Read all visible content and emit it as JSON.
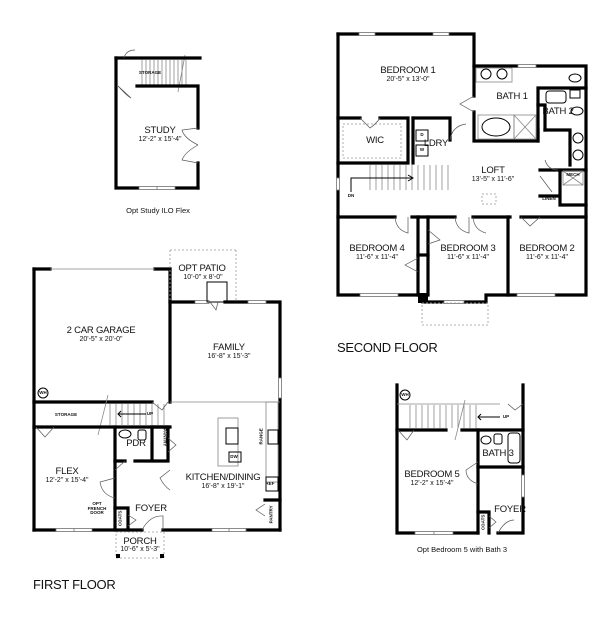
{
  "floors": {
    "first": {
      "title": "FIRST FLOOR",
      "rooms": [
        {
          "name": "2 CAR GARAGE",
          "dims": "20'-5\" x 20'-0\""
        },
        {
          "name": "OPT PATIO",
          "dims": "10'-0\" x 8'-0\""
        },
        {
          "name": "FAMILY",
          "dims": "16'-8\" x 15'-3\""
        },
        {
          "name": "FLEX",
          "dims": "12'-2\" x 15'-4\""
        },
        {
          "name": "KITCHEN/DINING",
          "dims": "16'-8\" x 19'-1\""
        },
        {
          "name": "PDR",
          "dims": ""
        },
        {
          "name": "FOYER",
          "dims": ""
        },
        {
          "name": "PORCH",
          "dims": "10'-6\" x 5'-3\""
        }
      ],
      "small_labels": {
        "wh": "WH",
        "storage": "STORAGE",
        "up": "UP",
        "pantry1": "PANTRY",
        "pantry2": "PANTRY",
        "range": "RANGE",
        "dw": "DW",
        "ref": "REF",
        "coats": "COATS",
        "opt_french_door": "OPT FRENCH DOOR"
      }
    },
    "second": {
      "title": "SECOND FLOOR",
      "rooms": [
        {
          "name": "BEDROOM 1",
          "dims": "20'-5\" x 13'-0\""
        },
        {
          "name": "BATH 1",
          "dims": ""
        },
        {
          "name": "BATH 2",
          "dims": ""
        },
        {
          "name": "WIC",
          "dims": ""
        },
        {
          "name": "LDRY",
          "dims": ""
        },
        {
          "name": "LOFT",
          "dims": "13'-5\" x 11'-6\""
        },
        {
          "name": "BEDROOM 4",
          "dims": "11'-6\" x 11'-4\""
        },
        {
          "name": "BEDROOM 3",
          "dims": "11'-6\" x 11'-4\""
        },
        {
          "name": "BEDROOM 2",
          "dims": "11'-6\" x 11'-4\""
        }
      ],
      "small_labels": {
        "dn": "DN",
        "mech": "MECH",
        "linen": "LINEN",
        "d": "D",
        "w": "W"
      }
    }
  },
  "options": {
    "study": {
      "caption": "Opt Study ILO Flex",
      "room": {
        "name": "STUDY",
        "dims": "12'-2\" x 15'-4\""
      },
      "storage": "STORAGE"
    },
    "bedroom5": {
      "caption": "Opt Bedroom 5 with Bath 3",
      "rooms": [
        {
          "name": "BEDROOM 5",
          "dims": "12'-2\" x 15'-4\""
        },
        {
          "name": "BATH 3",
          "dims": ""
        },
        {
          "name": "FOYER",
          "dims": ""
        }
      ],
      "small_labels": {
        "wh": "WH",
        "up": "UP",
        "coats": "COATS"
      }
    }
  }
}
